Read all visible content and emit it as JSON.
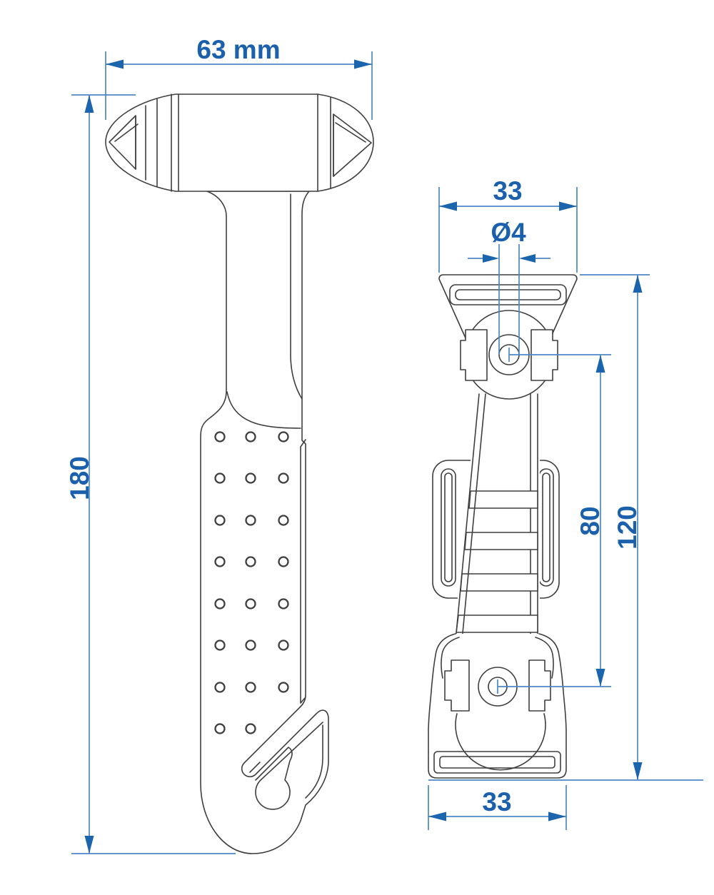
{
  "colors": {
    "background": "#ffffff",
    "outline": "#3f3f3f",
    "dimension_line": "#4d87c5",
    "dimension_arrow": "#1b64ae",
    "dimension_text": "#1a60ac"
  },
  "dimensions": {
    "head_width": {
      "label": "63 mm"
    },
    "overall_length": {
      "label": "180"
    },
    "bracket_top_width": {
      "label": "33"
    },
    "hole_diameter": {
      "label": "Ø4"
    },
    "hole_spacing": {
      "label": "80"
    },
    "bracket_length": {
      "label": "120"
    },
    "bracket_bottom_width": {
      "label": "33"
    }
  },
  "grip_holes": {
    "columns": 3,
    "rows": 8,
    "last_row_holes": 2
  }
}
